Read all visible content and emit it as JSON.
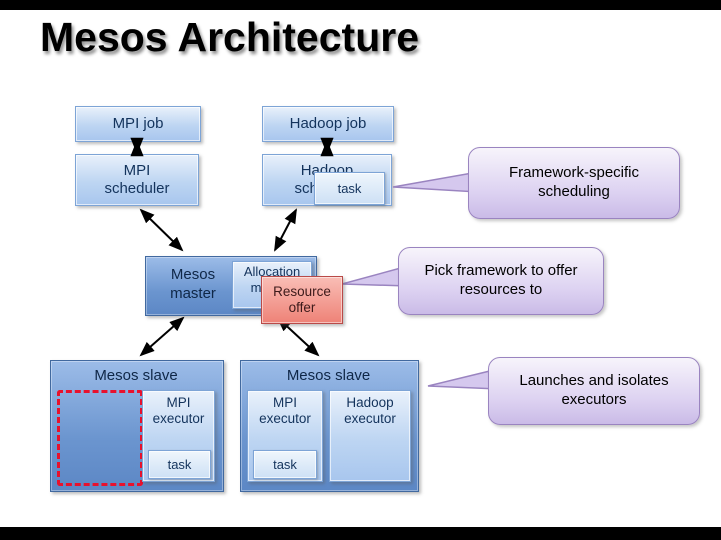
{
  "title": "Mesos Architecture",
  "nodes": {
    "mpi_job": "MPI job",
    "hadoop_job": "Hadoop job",
    "mpi_scheduler": "MPI scheduler",
    "hadoop_scheduler": "Hadoop scheduler",
    "scheduler_task": "task",
    "mesos_master": "Mesos master",
    "allocation_module": "Allocation module",
    "resource_offer": "Resource offer",
    "slave_left_title": "Mesos slave",
    "slave_right_title": "Mesos slave",
    "mpi_executor_left": "MPI executor",
    "mpi_executor_right": "MPI executor",
    "hadoop_executor": "Hadoop executor",
    "task_left": "task",
    "task_right": "task"
  },
  "callouts": {
    "framework_specific": "Framework-specific scheduling",
    "pick_framework": "Pick framework to offer resources to",
    "launches_isolates": "Launches and isolates executors"
  },
  "colors": {
    "box_blue_light": "#bdd5f2",
    "box_blue_dark": "#6b95cf",
    "box_border_blue": "#7da4d6",
    "resource_offer_red": "#ee8277",
    "callout_purple": "#cabbe7",
    "callout_border": "#9a84c0",
    "dashed_red": "#e8112d",
    "arrow_black": "#000000"
  }
}
